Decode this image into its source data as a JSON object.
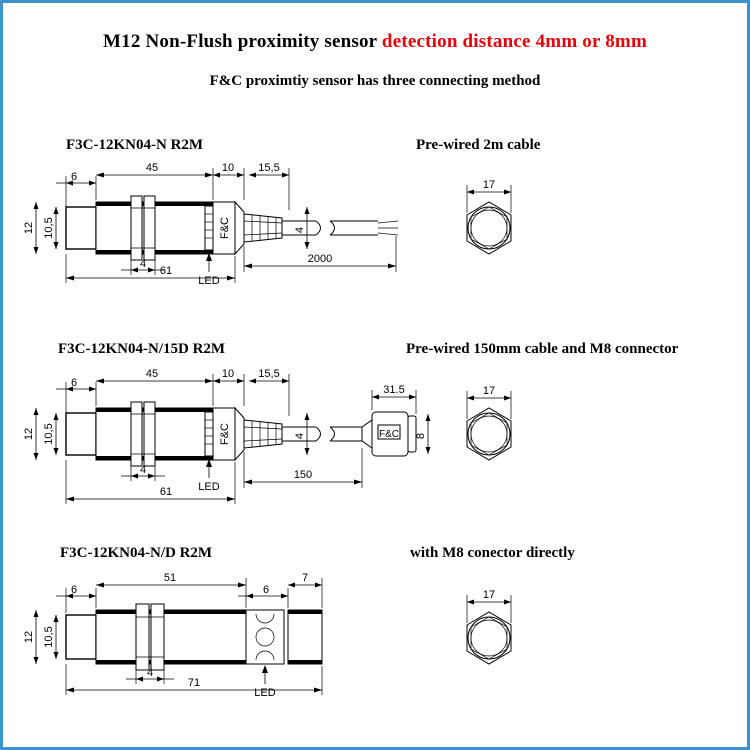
{
  "document": {
    "title_plain": "M12  Non-Flush proximity sensor ",
    "title_highlight": "detection distance 4mm or 8mm",
    "subtitle": "F&C  proximtiy sensor has three connecting method",
    "border_color": "#3e92cc",
    "highlight_color": "#e8000b"
  },
  "sections": [
    {
      "model": "F3C-12KN04-N R2M",
      "variant_caption": "Pre-wired 2m cable",
      "brand_label": "F&C",
      "led_label": "LED",
      "hex_dim": "17",
      "dims": {
        "head_len": "6",
        "body_len": "45",
        "tail_len": "10",
        "relief_len": "15,5",
        "nut_width": "4",
        "total_len": "61",
        "outer_dia": "12",
        "inner_dia": "10,5",
        "cable_dia": "4",
        "cable_len": "2000"
      }
    },
    {
      "model": "F3C-12KN04-N/15D R2M",
      "variant_caption": "Pre-wired 150mm cable and M8 connector",
      "brand_label": "F&C",
      "connector_label": "F&C",
      "led_label": "LED",
      "hex_dim": "17",
      "dims": {
        "head_len": "6",
        "body_len": "45",
        "tail_len": "10",
        "relief_len": "15,5",
        "nut_width": "4",
        "total_len": "61",
        "outer_dia": "12",
        "inner_dia": "10,5",
        "cable_dia": "4",
        "cable_len": "150",
        "connector_len": "31.5",
        "connector_dia": "8"
      }
    },
    {
      "model": "F3C-12KN04-N/D R2M",
      "variant_caption": "with M8 conector directly",
      "led_label": "LED",
      "hex_dim": "17",
      "dims": {
        "head_len": "6",
        "body_len": "51",
        "gap_len": "6",
        "conn_len": "7",
        "nut_width": "4",
        "total_len": "71",
        "outer_dia": "12",
        "inner_dia": "10,5"
      }
    }
  ]
}
